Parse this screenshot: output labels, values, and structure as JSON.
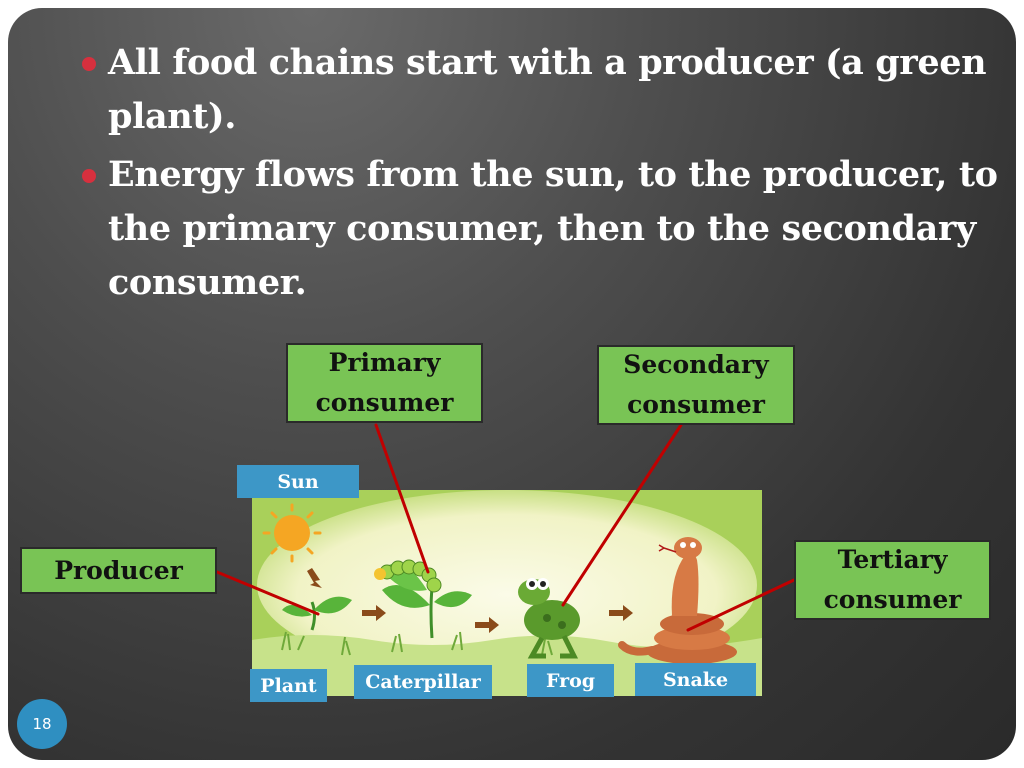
{
  "bullets": [
    "All food chains start with a producer (a green plant).",
    "Energy flows from the sun, to the producer, to the primary consumer, then to the secondary consumer."
  ],
  "boxes": {
    "primary": "Primary consumer",
    "secondary": "Secondary consumer",
    "producer": "Producer",
    "tertiary": "Tertiary consumer"
  },
  "labels": {
    "sun": "Sun",
    "plant": "Plant",
    "caterpillar": "Caterpillar",
    "frog": "Frog",
    "snake": "Snake"
  },
  "slide_number": "18",
  "colors": {
    "box_green": "#79c455",
    "label_blue": "#3d97c7",
    "bullet_red": "#d7303e",
    "connector_red": "#c00000"
  }
}
